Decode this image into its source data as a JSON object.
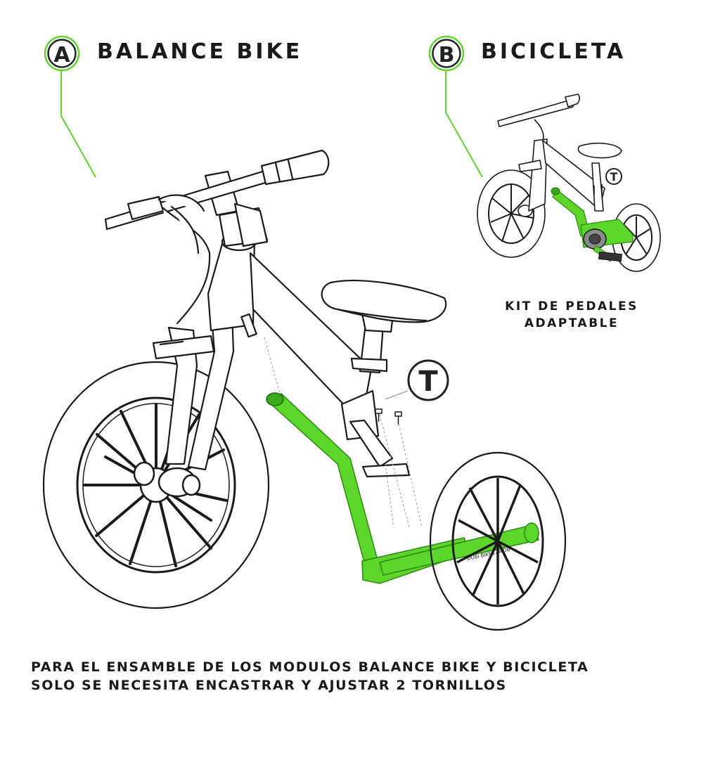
{
  "labels": {
    "module_a": {
      "letter": "A",
      "title": "BALANCE BIKE"
    },
    "module_b": {
      "letter": "B",
      "title": "BICICLETA"
    },
    "screw_marker": "T",
    "kit_text": [
      "KIT DE PEDALES",
      "ADAPTABLE"
    ],
    "frame_print": [
      "DUBI BIKES",
      "ZIPDB"
    ]
  },
  "footer": {
    "lines": [
      "PARA EL ENSAMBLE DE LOS MODULOS BALANCE BIKE Y BICICLETA",
      "SOLO SE NECESITA ENCASTRAR Y AJUSTAR 2 TORNILLOS"
    ]
  },
  "colors": {
    "accent": "#5cd62b",
    "line": "#1a1a1a"
  }
}
